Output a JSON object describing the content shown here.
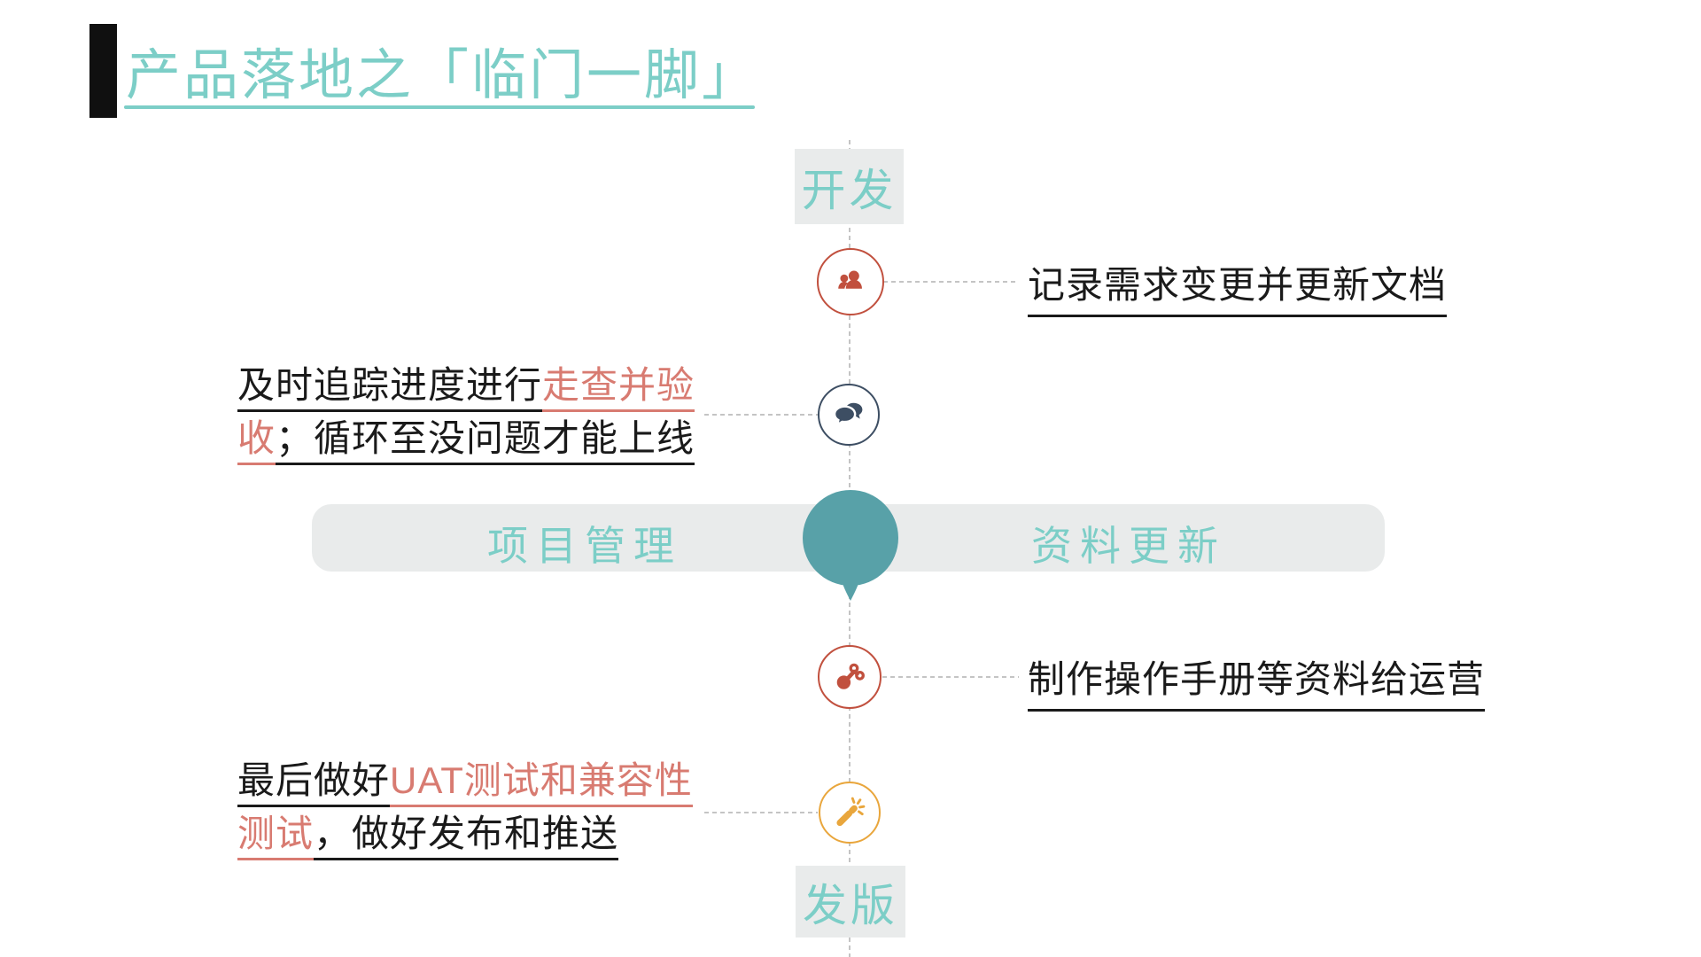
{
  "title": {
    "text": "产品落地之「临门一脚」"
  },
  "timeline": {
    "start_label": "开发",
    "end_label": "发版",
    "hub": {
      "left_label": "项目管理",
      "right_label": "资料更新"
    },
    "nodes": [
      {
        "icon": "users-icon",
        "annotation_side": "right"
      },
      {
        "icon": "chat-bubbles-icon",
        "annotation_side": "left"
      },
      {
        "icon": "key-icon",
        "annotation_side": "right"
      },
      {
        "icon": "magic-wand-icon",
        "annotation_side": "left"
      }
    ]
  },
  "annotations": {
    "node1": {
      "text": "记录需求变更并更新文档"
    },
    "node2": {
      "line1_black": "及时追踪进度进行",
      "line1_red": "走查并验",
      "line2_red": "收",
      "line2_black": "；循环至没问题才能上线"
    },
    "node3": {
      "text": "制作操作手册等资料给运营"
    },
    "node4": {
      "line1_black": "最后做好",
      "line1_red": "UAT测试和兼容性",
      "line2_red": "测试",
      "line2_black": "，做好发布和推送"
    }
  },
  "colors": {
    "teal_light": "#7CCEC7",
    "teal_dark": "#58A1A8",
    "gray_box": "#E9EBEB",
    "red": "#C1503E",
    "salmon": "#D87B71",
    "navy": "#3D4E63",
    "amber": "#E9A63C",
    "ink": "#1A1A1A",
    "dash_gray": "#C4C4C4"
  }
}
